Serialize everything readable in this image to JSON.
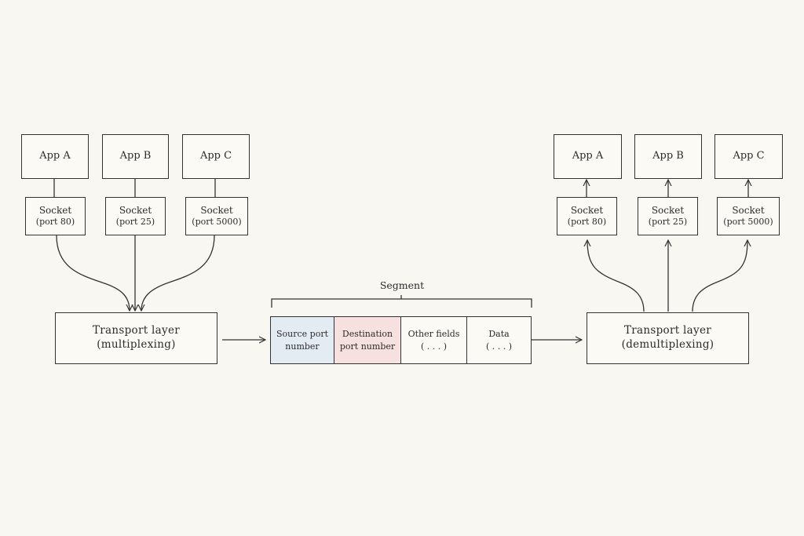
{
  "sender": {
    "apps": [
      {
        "label": "App A"
      },
      {
        "label": "App B"
      },
      {
        "label": "App C"
      }
    ],
    "sockets": [
      {
        "label": "Socket",
        "port": "(port 80)"
      },
      {
        "label": "Socket",
        "port": "(port 25)"
      },
      {
        "label": "Socket",
        "port": "(port 5000)"
      }
    ],
    "transport": {
      "line1": "Transport layer",
      "line2": "(multiplexing)"
    }
  },
  "segment": {
    "label": "Segment",
    "fields": [
      {
        "line1": "Source port",
        "line2": "number",
        "color": "#e4ecf3"
      },
      {
        "line1": "Destination",
        "line2": "port number",
        "color": "#f7e0e0"
      },
      {
        "line1": "Other fields",
        "line2": "( . . . )",
        "color": "#fbfaf5"
      },
      {
        "line1": "Data",
        "line2": "( . . . )",
        "color": "#fbfaf5"
      }
    ]
  },
  "receiver": {
    "apps": [
      {
        "label": "App A"
      },
      {
        "label": "App B"
      },
      {
        "label": "App C"
      }
    ],
    "sockets": [
      {
        "label": "Socket",
        "port": "(port 80)"
      },
      {
        "label": "Socket",
        "port": "(port 25)"
      },
      {
        "label": "Socket",
        "port": "(port 5000)"
      }
    ],
    "transport": {
      "line1": "Transport layer",
      "line2": "(demultiplexing)"
    }
  }
}
